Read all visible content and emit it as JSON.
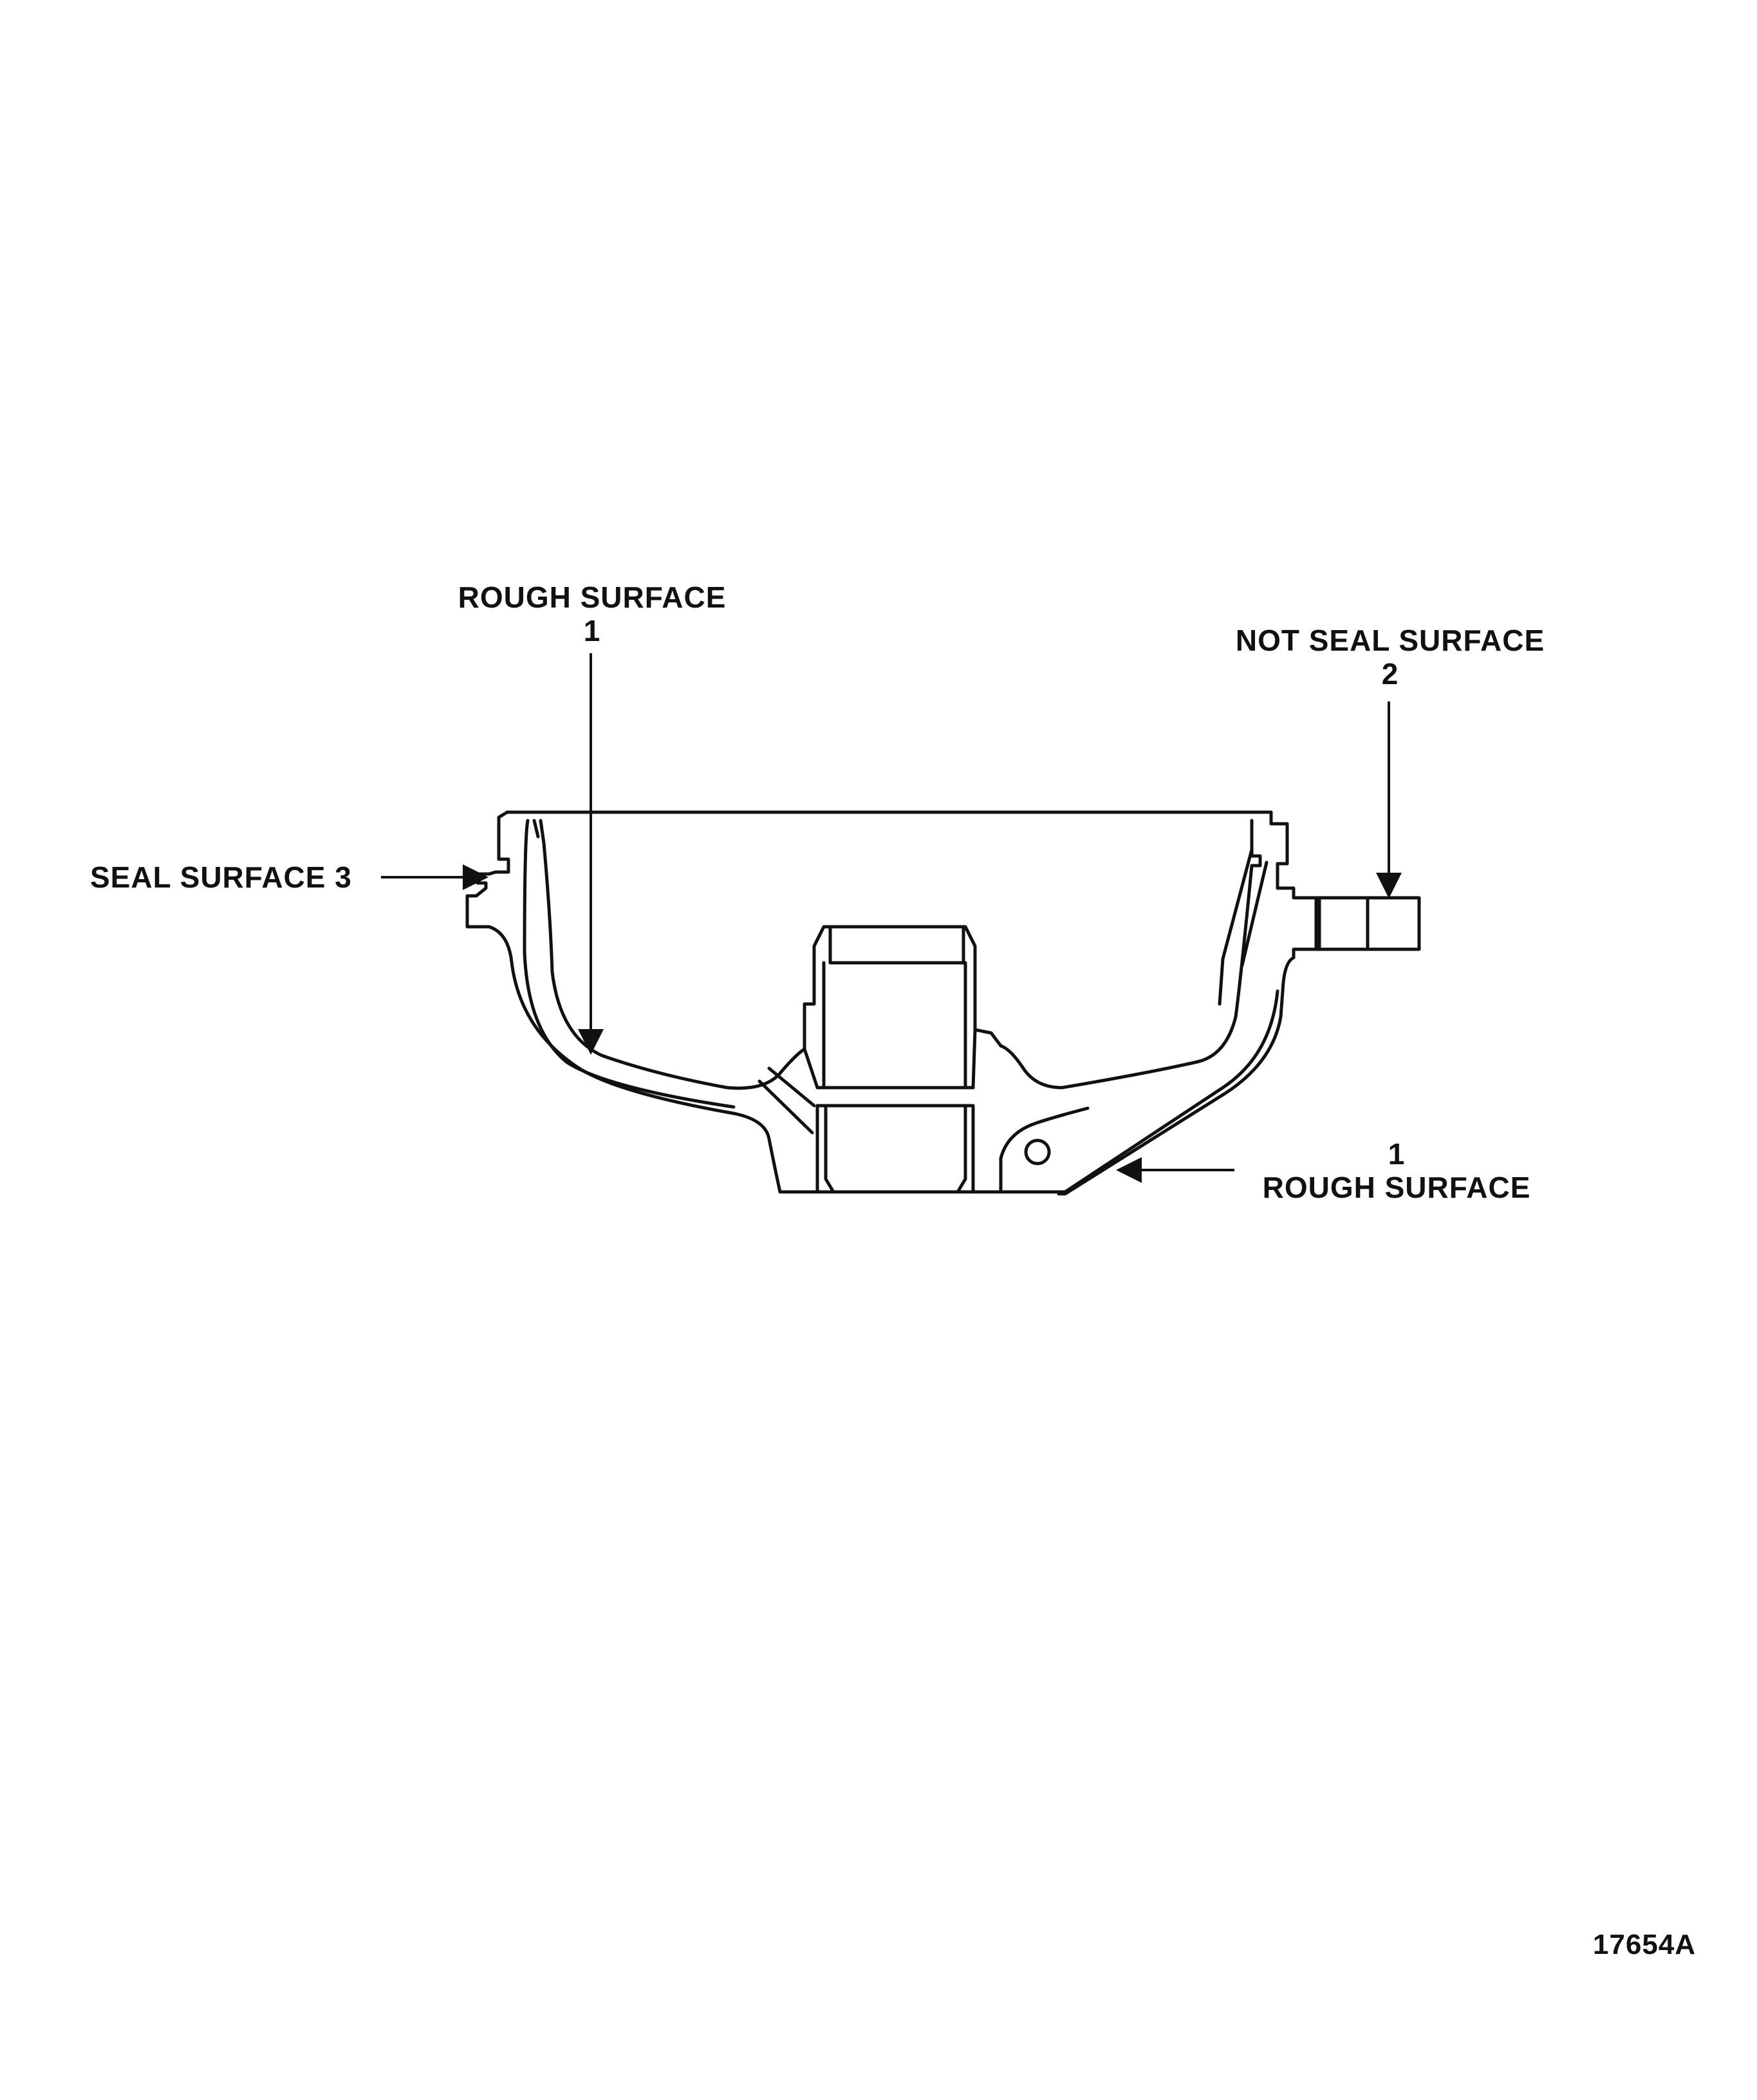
{
  "callouts": {
    "rough_surface_top": {
      "text": "ROUGH SURFACE",
      "number": "1"
    },
    "not_seal_surface": {
      "text": "NOT SEAL SURFACE",
      "number": "2"
    },
    "seal_surface": {
      "text": "SEAL SURFACE 3"
    },
    "rough_surface_bottom": {
      "number": "1",
      "text": "ROUGH SURFACE"
    }
  },
  "figure_id": "17654A",
  "colors": {
    "ink": "#111111",
    "paper": "#ffffff"
  }
}
